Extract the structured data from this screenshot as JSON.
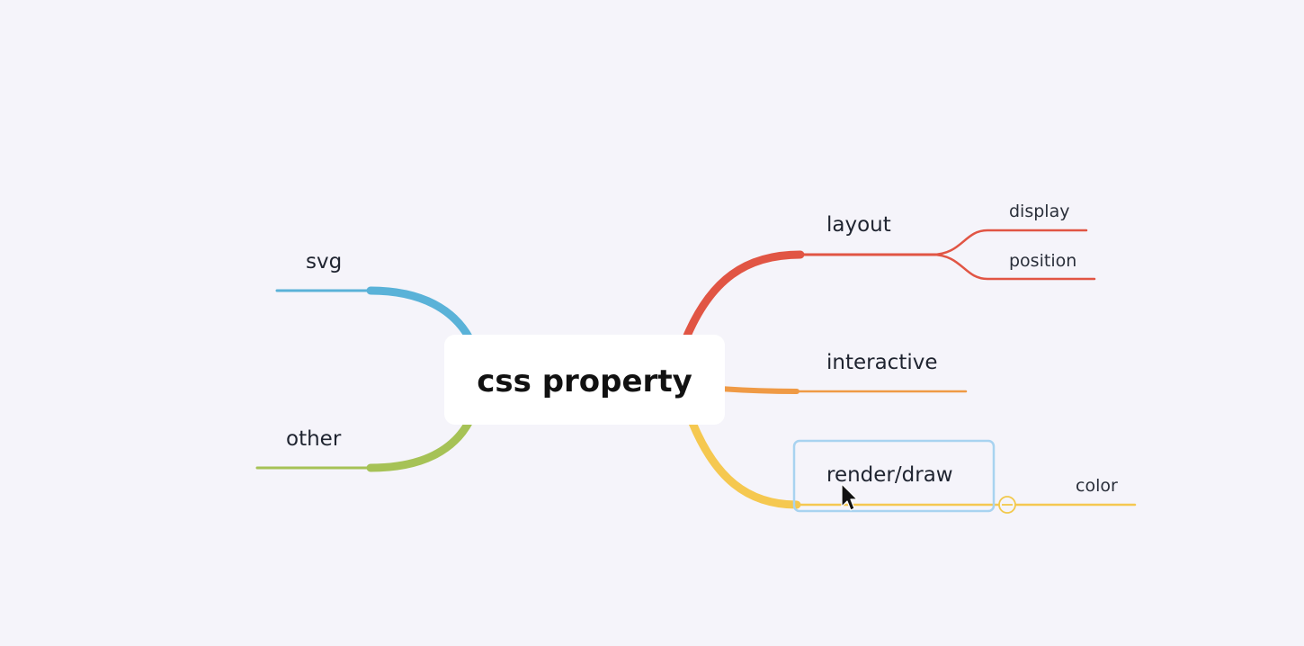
{
  "mindmap": {
    "root": {
      "label": "css property"
    },
    "branches": {
      "layout": {
        "label": "layout",
        "color": "#e15544",
        "children": {
          "display": {
            "label": "display"
          },
          "position": {
            "label": "position"
          }
        }
      },
      "interactive": {
        "label": "interactive",
        "color": "#ef9a45"
      },
      "render": {
        "label": "render/draw",
        "color": "#f5c850",
        "selected": true,
        "collapsed_toggle": "minus",
        "children": {
          "color": {
            "label": "color"
          }
        }
      },
      "svg": {
        "label": "svg",
        "color": "#5ab2d8"
      },
      "other": {
        "label": "other",
        "color": "#a6c256"
      }
    },
    "selection_color": "#a8d3f0",
    "cursor": "arrow-pointer-icon"
  }
}
